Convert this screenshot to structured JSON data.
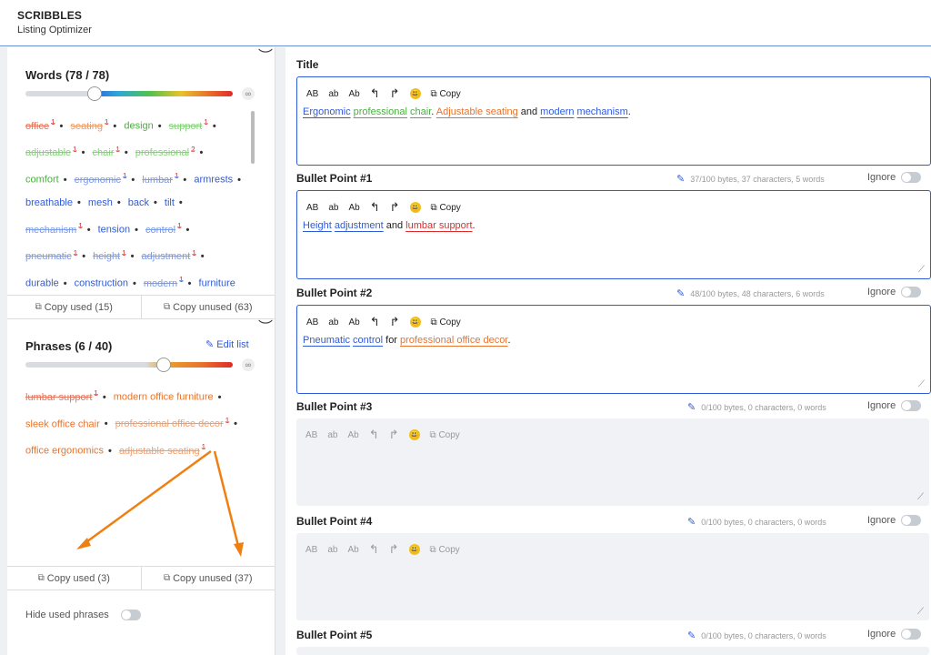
{
  "app": {
    "name": "SCRIBBLES",
    "subtitle": "Listing Optimizer"
  },
  "words": {
    "title": "Words (78 / 78)",
    "items": [
      {
        "text": "office",
        "sup": "1",
        "color": "#e8735a",
        "used": true
      },
      {
        "text": "seating",
        "sup": "1",
        "color": "#f09a66",
        "used": true
      },
      {
        "text": "design",
        "sup": "",
        "color": "#47b23c",
        "used": false
      },
      {
        "text": "support",
        "sup": "1",
        "color": "#86d27a",
        "used": true
      },
      {
        "text": "adjustable",
        "sup": "1",
        "color": "#86d27a",
        "used": true
      },
      {
        "text": "chair",
        "sup": "1",
        "color": "#86d27a",
        "used": true
      },
      {
        "text": "professional",
        "sup": "2",
        "color": "#86d27a",
        "used": true
      },
      {
        "text": "comfort",
        "sup": "",
        "color": "#47b23c",
        "used": false
      },
      {
        "text": "ergonomic",
        "sup": "1",
        "color": "#7d9be6",
        "used": true
      },
      {
        "text": "lumbar",
        "sup": "1",
        "color": "#7d9be6",
        "used": true
      },
      {
        "text": "armrests",
        "sup": "",
        "color": "#2f5bd8",
        "used": false
      },
      {
        "text": "breathable",
        "sup": "",
        "color": "#2f5bd8",
        "used": false
      },
      {
        "text": "mesh",
        "sup": "",
        "color": "#2f5bd8",
        "used": false
      },
      {
        "text": "back",
        "sup": "",
        "color": "#2f5bd8",
        "used": false
      },
      {
        "text": "tilt",
        "sup": "",
        "color": "#2f5bd8",
        "used": false
      },
      {
        "text": "mechanism",
        "sup": "1",
        "color": "#7d9be6",
        "used": true
      },
      {
        "text": "tension",
        "sup": "",
        "color": "#2f5bd8",
        "used": false
      },
      {
        "text": "control",
        "sup": "1",
        "color": "#7d9be6",
        "used": true
      },
      {
        "text": "pneumatic",
        "sup": "1",
        "color": "#7d9be6",
        "used": true
      },
      {
        "text": "height",
        "sup": "1",
        "color": "#7d9be6",
        "used": true
      },
      {
        "text": "adjustment",
        "sup": "1",
        "color": "#7d9be6",
        "used": true
      },
      {
        "text": "durable",
        "sup": "",
        "color": "#2f5bd8",
        "used": false
      },
      {
        "text": "construction",
        "sup": "",
        "color": "#2f5bd8",
        "used": false
      },
      {
        "text": "modern",
        "sup": "1",
        "color": "#7d9be6",
        "used": true
      },
      {
        "text": "furniture",
        "sup": "",
        "color": "#2f5bd8",
        "used": false
      }
    ],
    "copy_used": "Copy used (15)",
    "copy_unused": "Copy unused (63)"
  },
  "phrases": {
    "title": "Phrases (6 / 40)",
    "edit_list": "Edit list",
    "items": [
      {
        "text": "lumbar support",
        "sup": "1",
        "color": "#e8735a",
        "used": true
      },
      {
        "text": "modern office furniture",
        "sup": "",
        "color": "#e8732c",
        "used": false
      },
      {
        "text": "sleek office chair",
        "sup": "",
        "color": "#e8732c",
        "used": false
      },
      {
        "text": "professional office decor",
        "sup": "1",
        "color": "#f0a070",
        "used": true
      },
      {
        "text": "office ergonomics",
        "sup": "",
        "color": "#e8732c",
        "used": false
      },
      {
        "text": "adjustable seating",
        "sup": "1",
        "color": "#f0a070",
        "used": true
      }
    ],
    "copy_used": "Copy used (3)",
    "copy_unused": "Copy unused (37)",
    "hide_used": "Hide used phrases"
  },
  "toolbar": {
    "upper": "AB",
    "lower": "ab",
    "title_case": "Ab",
    "undo": "↰",
    "redo": "↱",
    "emoji": "😃",
    "copy": "Copy"
  },
  "fields": {
    "title": {
      "label": "Title"
    },
    "b1": {
      "label": "Bullet Point #1",
      "meta": "37/100 bytes, 37 characters, 5 words",
      "ignore": "Ignore"
    },
    "b2": {
      "label": "Bullet Point #2",
      "meta": "48/100 bytes, 48 characters, 6 words",
      "ignore": "Ignore"
    },
    "b3": {
      "label": "Bullet Point #3",
      "meta": "0/100 bytes, 0 characters, 0 words",
      "ignore": "Ignore"
    },
    "b4": {
      "label": "Bullet Point #4",
      "meta": "0/100 bytes, 0 characters, 0 words",
      "ignore": "Ignore"
    },
    "b5": {
      "label": "Bullet Point #5",
      "meta": "0/100 bytes, 0 characters, 0 words",
      "ignore": "Ignore"
    }
  },
  "content": {
    "title": [
      {
        "t": "Ergonomic",
        "c": "blue",
        "u": true
      },
      {
        "t": " ",
        "c": "",
        "u": false
      },
      {
        "t": "professional",
        "c": "green",
        "u": true
      },
      {
        "t": " ",
        "c": "",
        "u": false
      },
      {
        "t": "chair",
        "c": "green",
        "u": true
      },
      {
        "t": ". ",
        "c": "",
        "u": false
      },
      {
        "t": "Adjustable seating",
        "c": "orange",
        "u": true
      },
      {
        "t": " and ",
        "c": "",
        "u": false
      },
      {
        "t": "modern",
        "c": "blue",
        "u": true
      },
      {
        "t": " ",
        "c": "",
        "u": false
      },
      {
        "t": "mechanism",
        "c": "blue",
        "u": true
      },
      {
        "t": ".",
        "c": "",
        "u": false
      }
    ],
    "b1": [
      {
        "t": "Height",
        "c": "blue",
        "u": true
      },
      {
        "t": " ",
        "c": "",
        "u": false
      },
      {
        "t": "adjustment",
        "c": "blue",
        "u": true
      },
      {
        "t": " and ",
        "c": "",
        "u": false
      },
      {
        "t": "lumbar support",
        "c": "red",
        "u": true
      },
      {
        "t": ".",
        "c": "",
        "u": false
      }
    ],
    "b2": [
      {
        "t": "Pneumatic",
        "c": "blue",
        "u": true
      },
      {
        "t": " ",
        "c": "",
        "u": false
      },
      {
        "t": "control",
        "c": "blue",
        "u": true
      },
      {
        "t": " for ",
        "c": "",
        "u": false
      },
      {
        "t": "professional office decor",
        "c": "orange",
        "u": true
      },
      {
        "t": ".",
        "c": "",
        "u": false
      }
    ]
  }
}
